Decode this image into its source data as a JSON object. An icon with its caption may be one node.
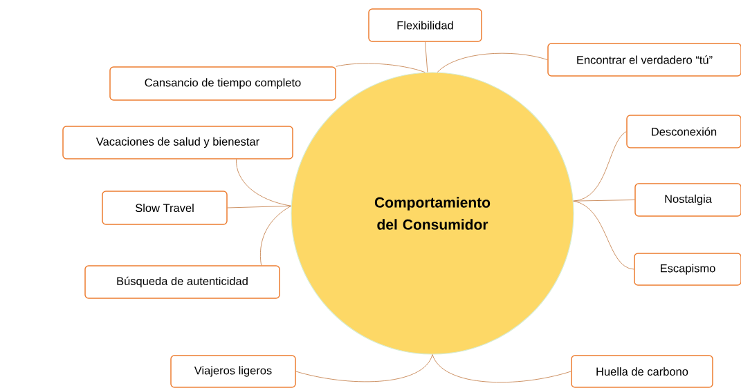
{
  "diagram": {
    "nodes": [
      {
        "text": [
          "Comportamiento del Consumidor"
        ]
      },
      {
        "text": [
          "Flexibilidad"
        ]
      },
      {
        "text": [
          "Encontrar el verdadero “tú”"
        ]
      },
      {
        "text": [
          "Cansancio de tiempo completo"
        ]
      },
      {
        "text": [
          "Vacaciones de salud y bienestar"
        ]
      },
      {
        "text": [
          "Slow Travel"
        ]
      },
      {
        "text": [
          "Búsqueda de autenticidad"
        ]
      },
      {
        "text": [
          "Desconexión"
        ]
      },
      {
        "text": [
          "Nostalgia"
        ]
      },
      {
        "text": [
          "Escapismo"
        ]
      },
      {
        "text": [
          "Viajeros ligeros"
        ]
      },
      {
        "text": [
          "Huella de carbono"
        ]
      }
    ],
    "edges": [
      {
        "from": 0,
        "to": 1,
        "arrow": "none"
      },
      {
        "from": 0,
        "to": 2,
        "arrow": "none"
      },
      {
        "from": 0,
        "to": 3,
        "arrow": "none"
      },
      {
        "from": 0,
        "to": 4,
        "arrow": "none"
      },
      {
        "from": 0,
        "to": 5,
        "arrow": "none"
      },
      {
        "from": 0,
        "to": 6,
        "arrow": "none"
      },
      {
        "from": 0,
        "to": 7,
        "arrow": "none"
      },
      {
        "from": 0,
        "to": 8,
        "arrow": "none"
      },
      {
        "from": 0,
        "to": 9,
        "arrow": "none"
      },
      {
        "from": 0,
        "to": 10,
        "arrow": "none"
      },
      {
        "from": 0,
        "to": 11,
        "arrow": "none"
      }
    ]
  }
}
